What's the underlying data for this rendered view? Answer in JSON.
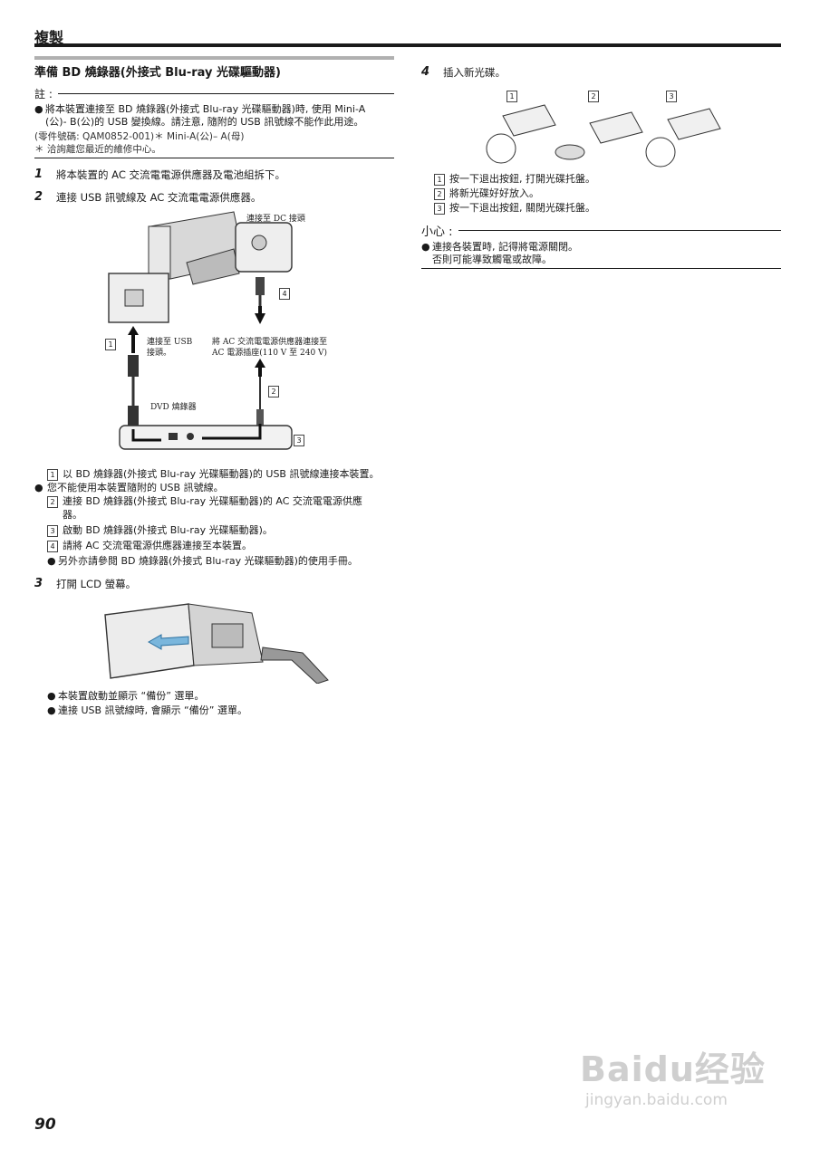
{
  "header": {
    "title": "複製"
  },
  "left": {
    "section_title": "準備 BD 燒錄器(外接式 Blu-ray 光碟驅動器)",
    "note_label": "註 :",
    "note_text_1": "將本裝置連接至 BD 燒錄器(外接式 Blu-ray 光碟驅動器)時, 使用 Mini-A",
    "note_text_2": "(公)- B(公)的 USB 變換線。請注意, 隨附的 USB 訊號線不能作此用途。",
    "part_number": "(零件號碼: QAM0852-001)＊ Mini-A(公)– A(母)",
    "service_note": "＊ 洽詢離您最近的維修中心。",
    "steps": [
      {
        "num": "1",
        "text": "將本裝置的 AC 交流電電源供應器及電池組拆下。"
      },
      {
        "num": "2",
        "text": "連接 USB 訊號線及 AC 交流電電源供應器。"
      },
      {
        "num": "3",
        "text": "打開 LCD 螢幕。"
      }
    ],
    "diagram": {
      "dc_label": "連接至 DC 接頭",
      "usb_label_1": "連接至 USB",
      "usb_label_2": "接頭。",
      "ac_label_1": "將 AC 交流電電源供應器連接至",
      "ac_label_2": "AC 電源插座(110 V 至 240 V)",
      "dvd_label": "DVD 燒錄器",
      "box1": "1",
      "box2": "2",
      "box3": "3",
      "box4": "4"
    },
    "substeps": [
      {
        "box": "1",
        "text": "以 BD 燒錄器(外接式 Blu-ray 光碟驅動器)的 USB 訊號線連接本裝置。"
      },
      {
        "box": "2",
        "text": "連接 BD 燒錄器(外接式 Blu-ray 光碟驅動器)的 AC 交流電電源供應"
      },
      {
        "box": "3",
        "text": "啟動 BD 燒錄器(外接式 Blu-ray 光碟驅動器)。"
      },
      {
        "box": "4",
        "text": "請將 AC 交流電電源供應器連接至本裝置。"
      }
    ],
    "bullet_usb": "您不能使用本裝置隨附的 USB 訊號線。",
    "substep2_cont": "器。",
    "bullet_manual": "另外亦請參閱 BD 燒錄器(外接式 Blu-ray 光碟驅動器)的使用手冊。",
    "bullet_menu": "本裝置啟動並顯示 “備份” 選單。",
    "bullet_usb_menu": "連接 USB 訊號線時, 會顯示 “備份” 選單。"
  },
  "right": {
    "step_num": "4",
    "step_text": "插入新光碟。",
    "fig_labels": [
      "1",
      "2",
      "3"
    ],
    "substeps": [
      {
        "box": "1",
        "text": "按一下退出按鈕, 打開光碟托盤。"
      },
      {
        "box": "2",
        "text": "將新光碟好好放入。"
      },
      {
        "box": "3",
        "text": "按一下退出按鈕, 關閉光碟托盤。"
      }
    ],
    "caution_label": "小心 :",
    "caution_1": "連接各裝置時, 記得將電源關閉。",
    "caution_2": "否則可能導致觸電或故障。"
  },
  "footer": {
    "page_number": "90"
  },
  "watermark": {
    "logo_text": "Baidu经验",
    "url": "jingyan.baidu.com"
  }
}
